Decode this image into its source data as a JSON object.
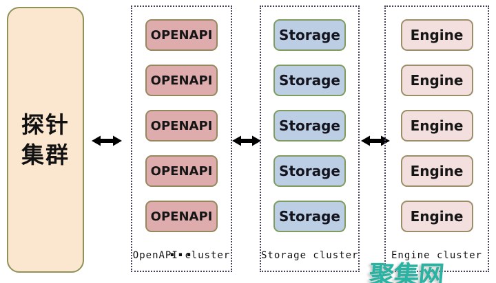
{
  "probe_panel": {
    "label_lines": [
      "探针",
      "集群"
    ]
  },
  "clusters": [
    {
      "id": "openapi",
      "caption": "OpenAPI cluster",
      "ellipsis": "...",
      "boxes": [
        "OPENAPI",
        "OPENAPI",
        "OPENAPI",
        "OPENAPI",
        "OPENAPI"
      ],
      "box_fill": "#dfacae",
      "box_border": "#96885e"
    },
    {
      "id": "storage",
      "caption": "Storage cluster",
      "boxes": [
        "Storage",
        "Storage",
        "Storage",
        "Storage",
        "Storage"
      ],
      "box_fill": "#bccee4",
      "box_border": "#7f9b5e"
    },
    {
      "id": "engine",
      "caption": "Engine cluster",
      "boxes": [
        "Engine",
        "Engine",
        "Engine",
        "Engine",
        "Engine"
      ],
      "box_fill": "#f2dfde",
      "box_border": "#9a8d68"
    }
  ],
  "watermark": {
    "text": "聚集网",
    "color": "#29b3a2"
  },
  "colors": {
    "background": "#ffffff",
    "probe_fill": "#fbe7d0",
    "probe_border": "#8f9156",
    "container_border": "#41415a",
    "arrow": "#000000",
    "text": "#111111"
  }
}
